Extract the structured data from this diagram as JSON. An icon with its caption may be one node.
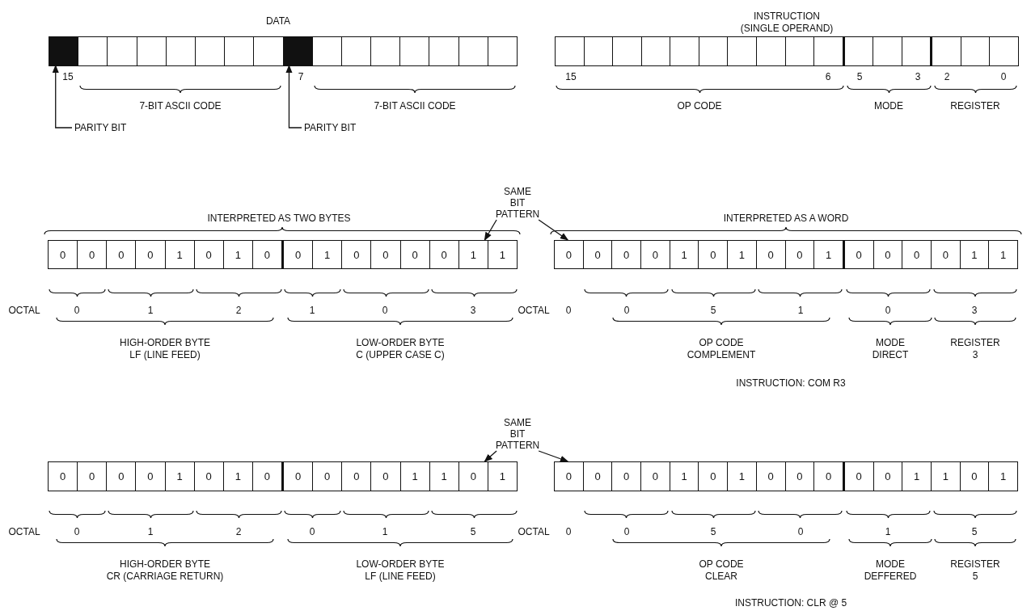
{
  "diagram": {
    "nodes": [
      {
        "text": [],
        "shape": "bar"
      },
      {
        "text": [],
        "shape": "box",
        "in": 0
      },
      {
        "text": [],
        "shape": "box",
        "in": 0
      },
      {
        "text": [
          "PARITY BIT"
        ]
      },
      {
        "text": [
          "PARITY BIT"
        ]
      },
      {
        "text": [],
        "shape": "bar"
      },
      {
        "text": [
          "SAME BIT PATTERN"
        ]
      },
      {
        "text": [
          "0",
          "0",
          "0",
          "0",
          "1",
          "0",
          "1",
          "0",
          "0",
          "1",
          "0",
          "0",
          "0",
          "0",
          "1",
          "1"
        ]
      },
      {
        "text": [
          "0",
          "0",
          "0",
          "0",
          "1",
          "0",
          "1",
          "0",
          "0",
          "1",
          "0",
          "0",
          "0",
          "0",
          "1",
          "1"
        ]
      },
      {
        "text": [
          "SAME BIT PATTERN"
        ]
      },
      {
        "text": [
          "0",
          "0",
          "0",
          "0",
          "1",
          "0",
          "1",
          "0",
          "0",
          "0",
          "0",
          "0",
          "1",
          "1",
          "0",
          "1"
        ]
      },
      {
        "text": [
          "0",
          "0",
          "0",
          "0",
          "1",
          "0",
          "1",
          "0",
          "0",
          "0",
          "0",
          "0",
          "1",
          "1",
          "0",
          "1"
        ]
      }
    ],
    "edges": [
      {
        "from": 3,
        "to": 1,
        "arrow": "to"
      },
      {
        "from": 4,
        "to": 2,
        "arrow": "to"
      },
      {
        "from": 6,
        "to": 7,
        "arrow": "to"
      },
      {
        "from": 6,
        "to": 8,
        "arrow": "to"
      },
      {
        "from": 9,
        "to": 10,
        "arrow": "to"
      },
      {
        "from": 9,
        "to": 11,
        "arrow": "to"
      }
    ],
    "labels": [
      "DATA",
      "INSTRUCTION (SINGLE OPERAND)",
      "15",
      "7",
      "15",
      "6",
      "5",
      "3",
      "2",
      "0",
      "7-BIT ASCII CODE",
      "7-BIT ASCII CODE",
      "OP CODE",
      "MODE",
      "REGISTER",
      "INTERPRETED AS TWO BYTES",
      "INTERPRETED AS A WORD",
      "OCTAL",
      "0",
      "1",
      "2",
      "1",
      "0",
      "3",
      "OCTAL",
      "0",
      "0",
      "5",
      "1",
      "0",
      "3",
      "HIGH-ORDER BYTE LF (LINE FEED)",
      "LOW-ORDER BYTE C (UPPER CASE C)",
      "OP CODE COMPLEMENT",
      "MODE DIRECT",
      "REGISTER 3",
      "INSTRUCTION: COM R3",
      "OCTAL",
      "0",
      "1",
      "2",
      "0",
      "1",
      "5",
      "OCTAL",
      "0",
      "0",
      "5",
      "0",
      "1",
      "5",
      "HIGH-ORDER BYTE CR (CARRIAGE RETURN)",
      "LOW-ORDER BYTE LF (LINE FEED)",
      "OP CODE CLEAR",
      "MODE DEFFERED",
      "REGISTER 5",
      "INSTRUCTION: CLR @ 5"
    ]
  }
}
